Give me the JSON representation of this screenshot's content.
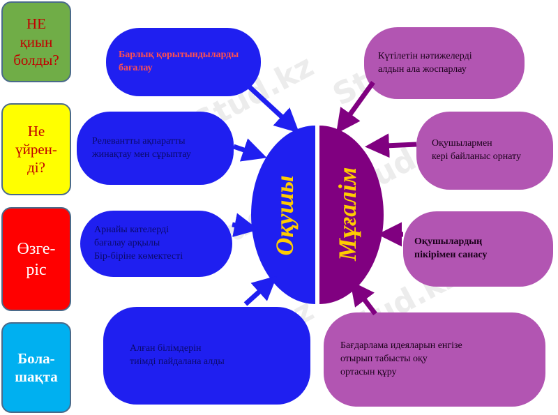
{
  "left_boxes": {
    "q1": "НЕ\nқиын\nболды?",
    "q2": "Не\nүйрен-\nді?",
    "q3": "Өзге-\nріс",
    "q4": "Бола-\nшақта"
  },
  "student_items": [
    "Барлық қорытындыларды\nбағалау",
    "Релевантты ақпаратты\nжинақтау мен сұрыптау",
    "Арнайы кателерді\nбағалау арқылы\nБір-біріне көмектесті",
    "Алған білімдерін\nтиімді пайдалана алды"
  ],
  "teacher_items": [
    "Күтілетін нәтижелерді\nалдын ала жоспарлау",
    "Оқушылармен\nкері байланыс орнату",
    "Оқушылардың\nпікірімен санасу",
    "Бағдарлама идеяларын енгізе\nотырып табысты оқу\nортасын құру"
  ],
  "center": {
    "student": "Оқушы",
    "teacher": "Мұғалім"
  },
  "watermark": "Stud.kz",
  "colors": {
    "blue": "#1f1ff0",
    "purple": "#b255b2",
    "dark_purple": "#800080",
    "label": "#ffcc00"
  }
}
